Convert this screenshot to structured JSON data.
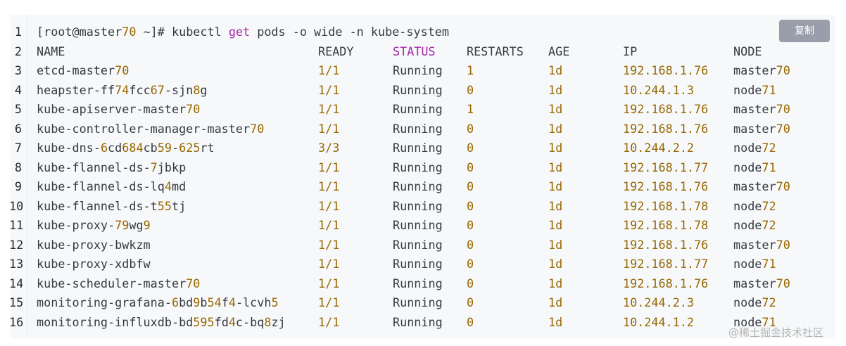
{
  "copy_button_label": "复制",
  "watermark": "@稀土掘金技术社区",
  "colors": {
    "background": "#f6f8fa",
    "text": "#383a42",
    "number": "#986801",
    "keyword": "#a626a4",
    "button": "#9a9eab"
  },
  "lines": [
    {
      "n": "1",
      "segments": [
        {
          "t": "[root@master",
          "c": "text"
        },
        {
          "t": "70",
          "c": "num"
        },
        {
          "t": " ~]# kubectl ",
          "c": "text"
        },
        {
          "t": "get",
          "c": "kw"
        },
        {
          "t": " pods -o wide -n kube-system",
          "c": "text"
        }
      ]
    },
    {
      "n": "2",
      "header": true,
      "cols": {
        "name": [
          {
            "t": "NAME",
            "c": "text"
          }
        ],
        "ready": [
          {
            "t": "READY",
            "c": "text"
          }
        ],
        "status": [
          {
            "t": "STATUS",
            "c": "kw"
          }
        ],
        "restarts": [
          {
            "t": "RESTARTS",
            "c": "text"
          }
        ],
        "age": [
          {
            "t": "AGE",
            "c": "text"
          }
        ],
        "ip": [
          {
            "t": "IP",
            "c": "text"
          }
        ],
        "node": [
          {
            "t": "NODE",
            "c": "text"
          }
        ]
      }
    },
    {
      "n": "3",
      "cols": {
        "name": [
          {
            "t": "etcd-master",
            "c": "text"
          },
          {
            "t": "70",
            "c": "num"
          }
        ],
        "ready": [
          {
            "t": "1/1",
            "c": "num"
          }
        ],
        "status": [
          {
            "t": "Running",
            "c": "text"
          }
        ],
        "restarts": [
          {
            "t": "1",
            "c": "num"
          }
        ],
        "age": [
          {
            "t": "1d",
            "c": "num"
          }
        ],
        "ip": [
          {
            "t": "192.168.1.76",
            "c": "num"
          }
        ],
        "node": [
          {
            "t": "master",
            "c": "text"
          },
          {
            "t": "70",
            "c": "num"
          }
        ]
      }
    },
    {
      "n": "4",
      "cols": {
        "name": [
          {
            "t": "heapster-ff",
            "c": "text"
          },
          {
            "t": "74",
            "c": "num"
          },
          {
            "t": "fcc",
            "c": "text"
          },
          {
            "t": "67",
            "c": "num"
          },
          {
            "t": "-sjn",
            "c": "text"
          },
          {
            "t": "8",
            "c": "num"
          },
          {
            "t": "g",
            "c": "text"
          }
        ],
        "ready": [
          {
            "t": "1/1",
            "c": "num"
          }
        ],
        "status": [
          {
            "t": "Running",
            "c": "text"
          }
        ],
        "restarts": [
          {
            "t": "0",
            "c": "num"
          }
        ],
        "age": [
          {
            "t": "1d",
            "c": "num"
          }
        ],
        "ip": [
          {
            "t": "10.244.1.3",
            "c": "num"
          }
        ],
        "node": [
          {
            "t": "node",
            "c": "text"
          },
          {
            "t": "71",
            "c": "num"
          }
        ]
      }
    },
    {
      "n": "5",
      "cols": {
        "name": [
          {
            "t": "kube-apiserver-master",
            "c": "text"
          },
          {
            "t": "70",
            "c": "num"
          }
        ],
        "ready": [
          {
            "t": "1/1",
            "c": "num"
          }
        ],
        "status": [
          {
            "t": "Running",
            "c": "text"
          }
        ],
        "restarts": [
          {
            "t": "1",
            "c": "num"
          }
        ],
        "age": [
          {
            "t": "1d",
            "c": "num"
          }
        ],
        "ip": [
          {
            "t": "192.168.1.76",
            "c": "num"
          }
        ],
        "node": [
          {
            "t": "master",
            "c": "text"
          },
          {
            "t": "70",
            "c": "num"
          }
        ]
      }
    },
    {
      "n": "6",
      "cols": {
        "name": [
          {
            "t": "kube-controller-manager-master",
            "c": "text"
          },
          {
            "t": "70",
            "c": "num"
          }
        ],
        "ready": [
          {
            "t": "1/1",
            "c": "num"
          }
        ],
        "status": [
          {
            "t": "Running",
            "c": "text"
          }
        ],
        "restarts": [
          {
            "t": "0",
            "c": "num"
          }
        ],
        "age": [
          {
            "t": "1d",
            "c": "num"
          }
        ],
        "ip": [
          {
            "t": "192.168.1.76",
            "c": "num"
          }
        ],
        "node": [
          {
            "t": "master",
            "c": "text"
          },
          {
            "t": "70",
            "c": "num"
          }
        ]
      }
    },
    {
      "n": "7",
      "cols": {
        "name": [
          {
            "t": "kube-dns-",
            "c": "text"
          },
          {
            "t": "6",
            "c": "num"
          },
          {
            "t": "cd",
            "c": "text"
          },
          {
            "t": "684",
            "c": "num"
          },
          {
            "t": "cb",
            "c": "text"
          },
          {
            "t": "59",
            "c": "num"
          },
          {
            "t": "-",
            "c": "text"
          },
          {
            "t": "625",
            "c": "num"
          },
          {
            "t": "rt",
            "c": "text"
          }
        ],
        "ready": [
          {
            "t": "3/3",
            "c": "num"
          }
        ],
        "status": [
          {
            "t": "Running",
            "c": "text"
          }
        ],
        "restarts": [
          {
            "t": "0",
            "c": "num"
          }
        ],
        "age": [
          {
            "t": "1d",
            "c": "num"
          }
        ],
        "ip": [
          {
            "t": "10.244.2.2",
            "c": "num"
          }
        ],
        "node": [
          {
            "t": "node",
            "c": "text"
          },
          {
            "t": "72",
            "c": "num"
          }
        ]
      }
    },
    {
      "n": "8",
      "cols": {
        "name": [
          {
            "t": "kube-flannel-ds-",
            "c": "text"
          },
          {
            "t": "7",
            "c": "num"
          },
          {
            "t": "jbkp",
            "c": "text"
          }
        ],
        "ready": [
          {
            "t": "1/1",
            "c": "num"
          }
        ],
        "status": [
          {
            "t": "Running",
            "c": "text"
          }
        ],
        "restarts": [
          {
            "t": "0",
            "c": "num"
          }
        ],
        "age": [
          {
            "t": "1d",
            "c": "num"
          }
        ],
        "ip": [
          {
            "t": "192.168.1.77",
            "c": "num"
          }
        ],
        "node": [
          {
            "t": "node",
            "c": "text"
          },
          {
            "t": "71",
            "c": "num"
          }
        ]
      }
    },
    {
      "n": "9",
      "cols": {
        "name": [
          {
            "t": "kube-flannel-ds-lq",
            "c": "text"
          },
          {
            "t": "4",
            "c": "num"
          },
          {
            "t": "md",
            "c": "text"
          }
        ],
        "ready": [
          {
            "t": "1/1",
            "c": "num"
          }
        ],
        "status": [
          {
            "t": "Running",
            "c": "text"
          }
        ],
        "restarts": [
          {
            "t": "0",
            "c": "num"
          }
        ],
        "age": [
          {
            "t": "1d",
            "c": "num"
          }
        ],
        "ip": [
          {
            "t": "192.168.1.76",
            "c": "num"
          }
        ],
        "node": [
          {
            "t": "master",
            "c": "text"
          },
          {
            "t": "70",
            "c": "num"
          }
        ]
      }
    },
    {
      "n": "10",
      "cols": {
        "name": [
          {
            "t": "kube-flannel-ds-t",
            "c": "text"
          },
          {
            "t": "55",
            "c": "num"
          },
          {
            "t": "tj",
            "c": "text"
          }
        ],
        "ready": [
          {
            "t": "1/1",
            "c": "num"
          }
        ],
        "status": [
          {
            "t": "Running",
            "c": "text"
          }
        ],
        "restarts": [
          {
            "t": "0",
            "c": "num"
          }
        ],
        "age": [
          {
            "t": "1d",
            "c": "num"
          }
        ],
        "ip": [
          {
            "t": "192.168.1.78",
            "c": "num"
          }
        ],
        "node": [
          {
            "t": "node",
            "c": "text"
          },
          {
            "t": "72",
            "c": "num"
          }
        ]
      }
    },
    {
      "n": "11",
      "cols": {
        "name": [
          {
            "t": "kube-proxy-",
            "c": "text"
          },
          {
            "t": "79",
            "c": "num"
          },
          {
            "t": "wg",
            "c": "text"
          },
          {
            "t": "9",
            "c": "num"
          }
        ],
        "ready": [
          {
            "t": "1/1",
            "c": "num"
          }
        ],
        "status": [
          {
            "t": "Running",
            "c": "text"
          }
        ],
        "restarts": [
          {
            "t": "0",
            "c": "num"
          }
        ],
        "age": [
          {
            "t": "1d",
            "c": "num"
          }
        ],
        "ip": [
          {
            "t": "192.168.1.78",
            "c": "num"
          }
        ],
        "node": [
          {
            "t": "node",
            "c": "text"
          },
          {
            "t": "72",
            "c": "num"
          }
        ]
      }
    },
    {
      "n": "12",
      "cols": {
        "name": [
          {
            "t": "kube-proxy-bwkzm",
            "c": "text"
          }
        ],
        "ready": [
          {
            "t": "1/1",
            "c": "num"
          }
        ],
        "status": [
          {
            "t": "Running",
            "c": "text"
          }
        ],
        "restarts": [
          {
            "t": "0",
            "c": "num"
          }
        ],
        "age": [
          {
            "t": "1d",
            "c": "num"
          }
        ],
        "ip": [
          {
            "t": "192.168.1.76",
            "c": "num"
          }
        ],
        "node": [
          {
            "t": "master",
            "c": "text"
          },
          {
            "t": "70",
            "c": "num"
          }
        ]
      }
    },
    {
      "n": "13",
      "cols": {
        "name": [
          {
            "t": "kube-proxy-xdbfw",
            "c": "text"
          }
        ],
        "ready": [
          {
            "t": "1/1",
            "c": "num"
          }
        ],
        "status": [
          {
            "t": "Running",
            "c": "text"
          }
        ],
        "restarts": [
          {
            "t": "0",
            "c": "num"
          }
        ],
        "age": [
          {
            "t": "1d",
            "c": "num"
          }
        ],
        "ip": [
          {
            "t": "192.168.1.77",
            "c": "num"
          }
        ],
        "node": [
          {
            "t": "node",
            "c": "text"
          },
          {
            "t": "71",
            "c": "num"
          }
        ]
      }
    },
    {
      "n": "14",
      "cols": {
        "name": [
          {
            "t": "kube-scheduler-master",
            "c": "text"
          },
          {
            "t": "70",
            "c": "num"
          }
        ],
        "ready": [
          {
            "t": "1/1",
            "c": "num"
          }
        ],
        "status": [
          {
            "t": "Running",
            "c": "text"
          }
        ],
        "restarts": [
          {
            "t": "0",
            "c": "num"
          }
        ],
        "age": [
          {
            "t": "1d",
            "c": "num"
          }
        ],
        "ip": [
          {
            "t": "192.168.1.76",
            "c": "num"
          }
        ],
        "node": [
          {
            "t": "master",
            "c": "text"
          },
          {
            "t": "70",
            "c": "num"
          }
        ]
      }
    },
    {
      "n": "15",
      "cols": {
        "name": [
          {
            "t": "monitoring-grafana-",
            "c": "text"
          },
          {
            "t": "6",
            "c": "num"
          },
          {
            "t": "bd",
            "c": "text"
          },
          {
            "t": "9",
            "c": "num"
          },
          {
            "t": "b",
            "c": "text"
          },
          {
            "t": "54",
            "c": "num"
          },
          {
            "t": "f",
            "c": "text"
          },
          {
            "t": "4",
            "c": "num"
          },
          {
            "t": "-lcvh",
            "c": "text"
          },
          {
            "t": "5",
            "c": "num"
          }
        ],
        "ready": [
          {
            "t": "1/1",
            "c": "num"
          }
        ],
        "status": [
          {
            "t": "Running",
            "c": "text"
          }
        ],
        "restarts": [
          {
            "t": "0",
            "c": "num"
          }
        ],
        "age": [
          {
            "t": "1d",
            "c": "num"
          }
        ],
        "ip": [
          {
            "t": "10.244.2.3",
            "c": "num"
          }
        ],
        "node": [
          {
            "t": "node",
            "c": "text"
          },
          {
            "t": "72",
            "c": "num"
          }
        ]
      }
    },
    {
      "n": "16",
      "cols": {
        "name": [
          {
            "t": "monitoring-influxdb-bd",
            "c": "text"
          },
          {
            "t": "595",
            "c": "num"
          },
          {
            "t": "fd",
            "c": "text"
          },
          {
            "t": "4",
            "c": "num"
          },
          {
            "t": "c-bq",
            "c": "text"
          },
          {
            "t": "8",
            "c": "num"
          },
          {
            "t": "zj",
            "c": "text"
          }
        ],
        "ready": [
          {
            "t": "1/1",
            "c": "num"
          }
        ],
        "status": [
          {
            "t": "Running",
            "c": "text"
          }
        ],
        "restarts": [
          {
            "t": "0",
            "c": "num"
          }
        ],
        "age": [
          {
            "t": "1d",
            "c": "num"
          }
        ],
        "ip": [
          {
            "t": "10.244.1.2",
            "c": "num"
          }
        ],
        "node": [
          {
            "t": "node",
            "c": "text"
          },
          {
            "t": "71",
            "c": "num"
          }
        ]
      }
    }
  ]
}
